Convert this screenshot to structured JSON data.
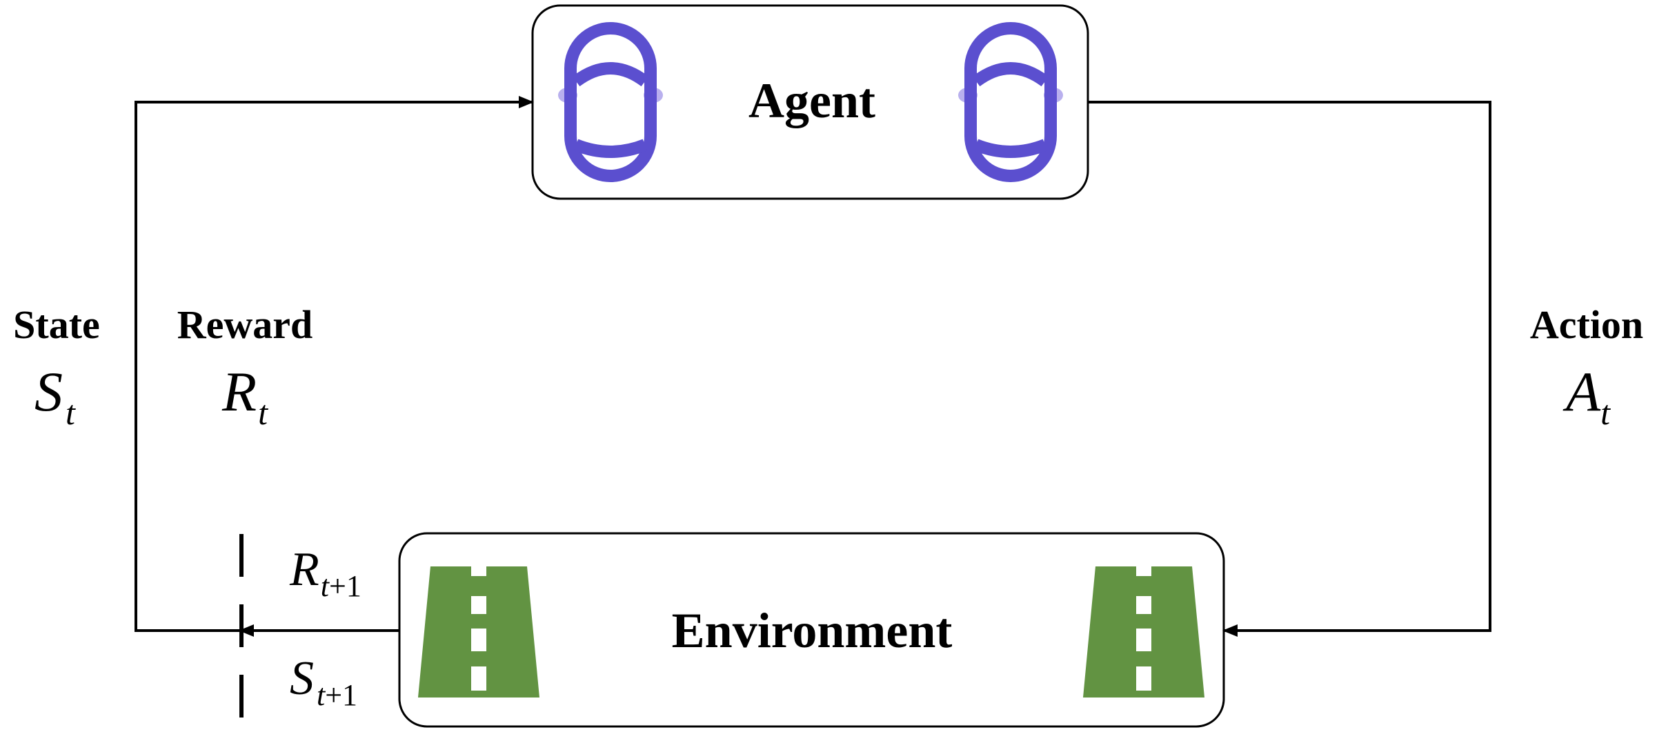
{
  "agent": {
    "label": "Agent",
    "icon": "car-top-view-icon",
    "icon_color": "#5b4fcf",
    "icon_accent": "#b9b0ee"
  },
  "environment": {
    "label": "Environment",
    "icon": "road-icon",
    "icon_color": "#629342"
  },
  "state": {
    "label": "State",
    "symbol": "S",
    "subscript": "t"
  },
  "reward": {
    "label": "Reward",
    "symbol": "R",
    "subscript": "t"
  },
  "action": {
    "label": "Action",
    "symbol": "A",
    "subscript": "t"
  },
  "next_reward": {
    "symbol": "R",
    "subscript_var": "t",
    "subscript_rest": "+1"
  },
  "next_state": {
    "symbol": "S",
    "subscript_var": "t",
    "subscript_rest": "+1"
  }
}
